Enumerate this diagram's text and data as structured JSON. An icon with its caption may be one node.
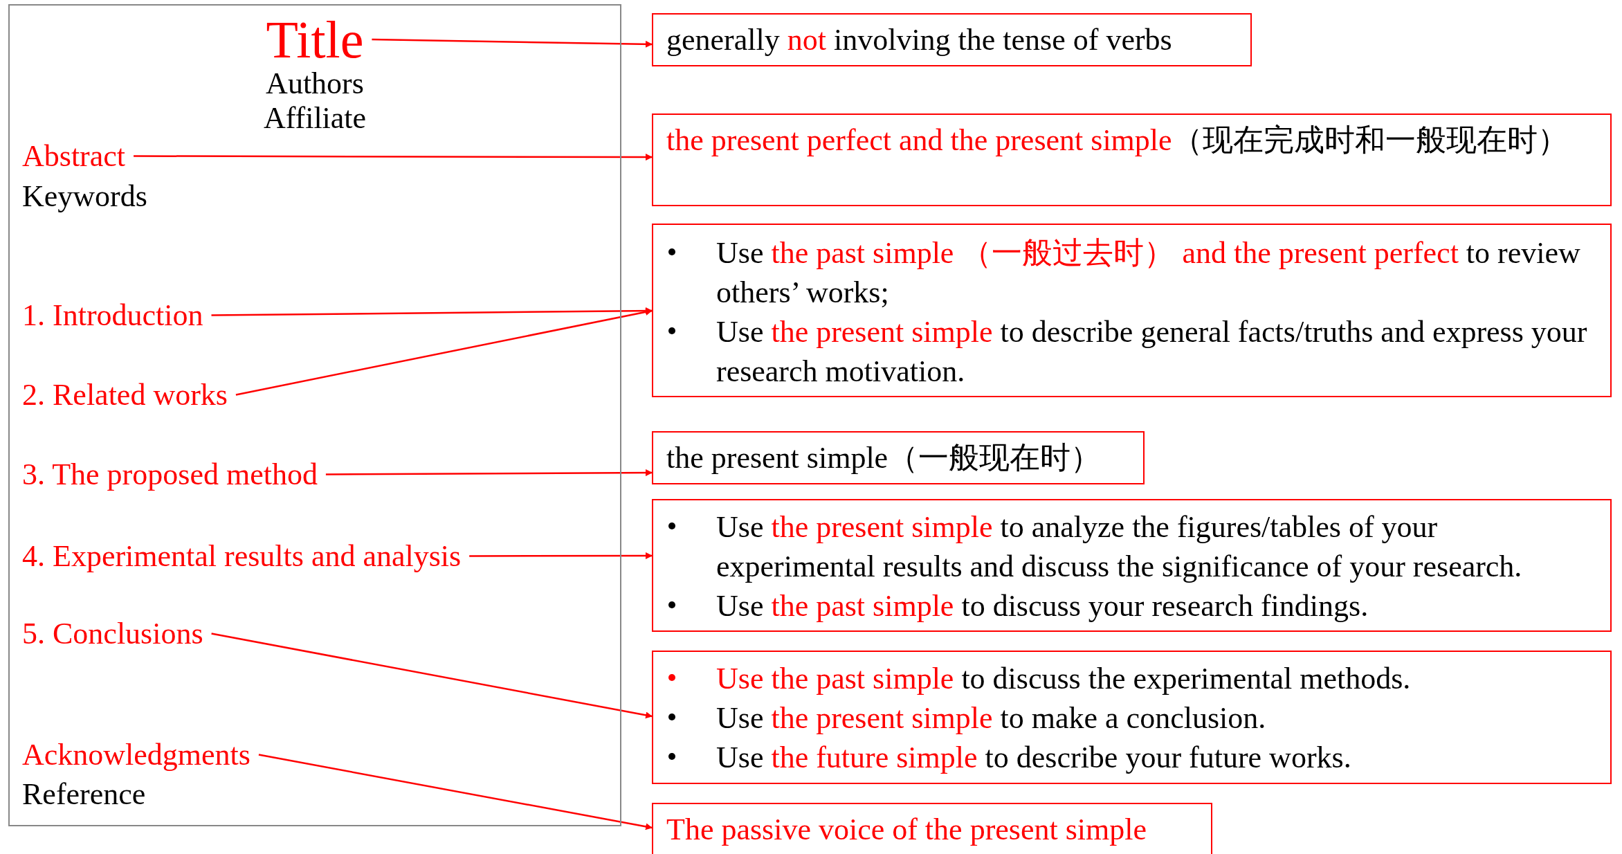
{
  "diagram": {
    "nodes": [
      {
        "text": [
          "Authors",
          "Affiliate",
          "Keywords",
          "Reference"
        ]
      },
      {
        "text": [
          "Title"
        ],
        "in": 0
      },
      {
        "text": [
          "Abstract"
        ],
        "in": 0
      },
      {
        "text": [
          "1. Introduction"
        ],
        "in": 0
      },
      {
        "text": [
          "2. Related works"
        ],
        "in": 0
      },
      {
        "text": [
          "3. The proposed method"
        ],
        "in": 0
      },
      {
        "text": [
          "4. Experimental results and analysis"
        ],
        "in": 0
      },
      {
        "text": [
          "5. Conclusions"
        ],
        "in": 0
      },
      {
        "text": [
          "Acknowledgments"
        ],
        "in": 0
      },
      {
        "text": [
          "generally *not* involving the tense of verbs"
        ]
      },
      {
        "text": [
          "*the present perfect and the present simple*（现在完成时和一般现在时）"
        ]
      },
      {
        "text": [
          "Use *the past simple （一般过去时） and the present perfect* to review others’ works;",
          "Use *the present simple* to describe general facts/truths and express your research motivation."
        ]
      },
      {
        "text": [
          "the present simple（一般现在时）"
        ]
      },
      {
        "text": [
          "Use *the present simple* to analyze the figures/tables of your experimental results and discuss the significance of your research.",
          "Use *the past simple* to discuss your research findings."
        ]
      },
      {
        "text": [
          "*Use the past simple* to discuss the experimental methods.",
          "Use *the present simple* to make a conclusion.",
          "Use *the future simple* to describe your future works."
        ]
      },
      {
        "text": [
          "The passive voice of the present simple"
        ]
      }
    ],
    "edges": [
      {
        "from": 1,
        "to": 9,
        "arrow": "to"
      },
      {
        "from": 2,
        "to": 10,
        "arrow": "to"
      },
      {
        "from": 3,
        "to": 11,
        "arrow": "to"
      },
      {
        "from": 4,
        "to": 11,
        "arrow": "to"
      },
      {
        "from": 5,
        "to": 12,
        "arrow": "to"
      },
      {
        "from": 6,
        "to": 13,
        "arrow": "to"
      },
      {
        "from": 7,
        "to": 14,
        "arrow": "to"
      },
      {
        "from": 8,
        "to": 15,
        "arrow": "to"
      }
    ]
  }
}
